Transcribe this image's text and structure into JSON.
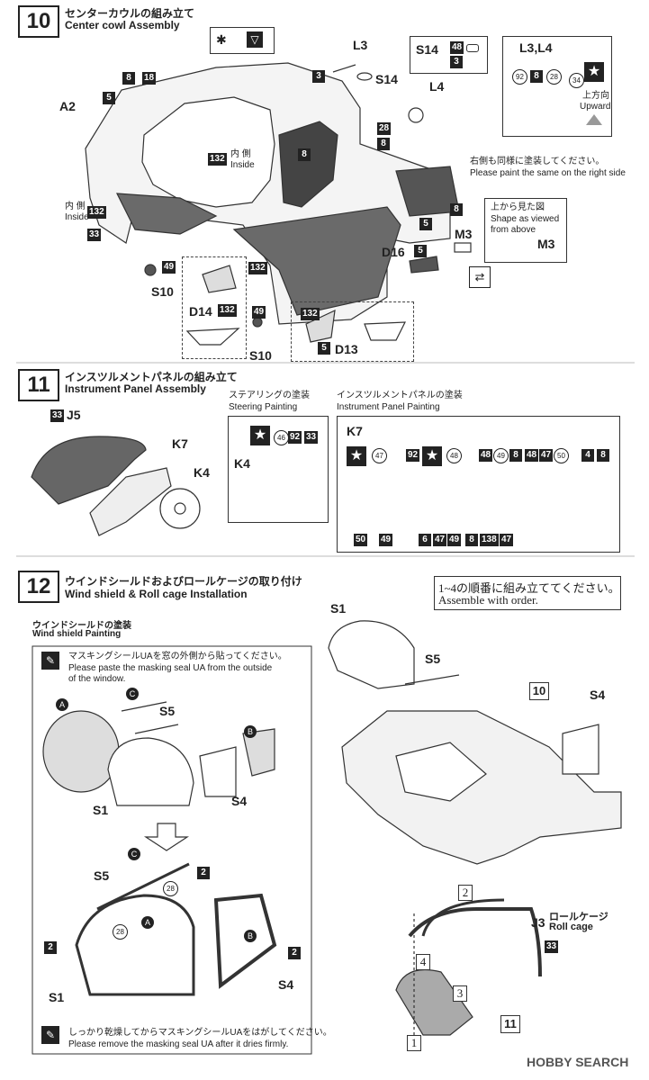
{
  "step10": {
    "number": "10",
    "title_jp": "センターカウルの組み立て",
    "title_en": "Center cowl Assembly",
    "labels": {
      "L3": "L3",
      "S14": "S14",
      "L4": "L4",
      "A2": "A2",
      "inside_jp": "内 側",
      "inside_en": "Inside",
      "M3": "M3",
      "D16": "D16",
      "S10": "S10",
      "D14": "D14",
      "D13": "D13",
      "L3L4": "L3,L4"
    },
    "s14_box": {
      "label": "S14",
      "codes": [
        "48",
        "3"
      ]
    },
    "l3l4_box": {
      "codes": [
        "92",
        "8",
        "28",
        "34"
      ],
      "upward_jp": "上方向",
      "upward_en": "Upward"
    },
    "right_side_note_jp": "右側も同様に塗装してください。",
    "right_side_note_en": "Please paint the same on the right side",
    "view_box": {
      "jp": "上から見た図",
      "en1": "Shape as viewed",
      "en2": "from above",
      "part": "M3"
    },
    "codes": {
      "c8": "8",
      "c18": "18",
      "c5": "5",
      "c3": "3",
      "c132": "132",
      "c33": "33",
      "c28": "28",
      "c49": "49"
    }
  },
  "step11": {
    "number": "11",
    "title_jp": "インスツルメントパネルの組み立て",
    "title_en": "Instrument Panel Assembly",
    "labels": {
      "J5": "J5",
      "K7": "K7",
      "K4": "K4",
      "c33": "33"
    },
    "steering": {
      "title_jp": "ステアリングの塗装",
      "title_en": "Steering Painting",
      "part": "K4",
      "codes": [
        "46",
        "92",
        "33"
      ]
    },
    "panel": {
      "title_jp": "インスツルメントパネルの塗装",
      "title_en": "Instrument Panel Painting",
      "part": "K7",
      "top_codes": [
        "47",
        "92",
        "48",
        "48",
        "49",
        "8",
        "48",
        "47",
        "50",
        "4",
        "8"
      ],
      "bottom_codes": [
        "50",
        "49",
        "6",
        "47",
        "49",
        "8",
        "138",
        "47"
      ]
    }
  },
  "step12": {
    "number": "12",
    "title_jp": "ウインドシールドおよびロールケージの取り付け",
    "title_en": "Wind shield & Roll cage Installation",
    "order_jp": "1~4の順番に組み立ててください。",
    "order_en": "Assemble with order.",
    "ws_title_jp": "ウインドシールドの塗装",
    "ws_title_en": "Wind shield Painting",
    "mask_note_jp": "マスキングシールUAを窓の外側から貼ってください。",
    "mask_note_en1": "Please paste the masking seal UA from the outside",
    "mask_note_en2": "of the window.",
    "remove_note_jp": "しっかり乾燥してからマスキングシールUAをはがしてください。",
    "remove_note_en": "Please remove the masking seal UA after it dries firmly.",
    "parts": {
      "S1": "S1",
      "S4": "S4",
      "S5": "S5",
      "J3": "J3",
      "A": "A",
      "B": "B",
      "C": "C"
    },
    "roll_cage_jp": "ロールケージ",
    "roll_cage_en": "Roll cage",
    "codes": {
      "c2": "2",
      "c28": "28",
      "c33": "33",
      "c10": "10",
      "c11": "11"
    },
    "order_marks": [
      "1",
      "2",
      "3",
      "4"
    ]
  },
  "watermark": "HOBBY SEARCH"
}
